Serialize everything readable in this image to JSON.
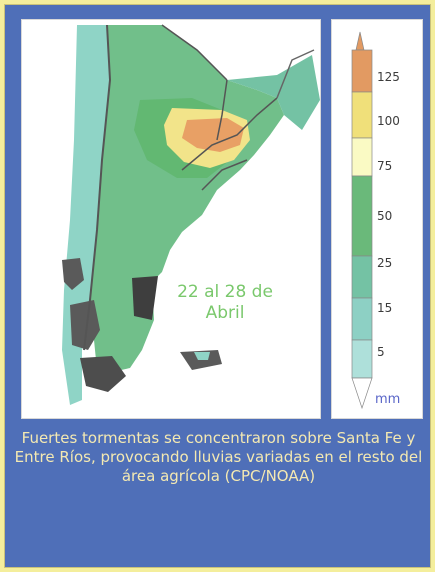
{
  "map": {
    "period_label": "22 al 28 de Abril"
  },
  "legend": {
    "unit": "mm",
    "ticks": [
      "125",
      "100",
      "75",
      "50",
      "25",
      "15",
      "5"
    ],
    "colors": {
      "above_125": "#e29a62",
      "100_125": "#f0e07a",
      "75_100": "#fafac4",
      "50_75": "#6ab97a",
      "25_50": "#74c2a4",
      "15_25": "#8dd0c4",
      "5_15": "#aee0da",
      "below_5": "#ffffff"
    }
  },
  "caption": "Fuertes tormentas se concentraron sobre Santa Fe y Entre Ríos, provocando lluvias variadas en el resto del área agrícola (CPC/NOAA)"
}
